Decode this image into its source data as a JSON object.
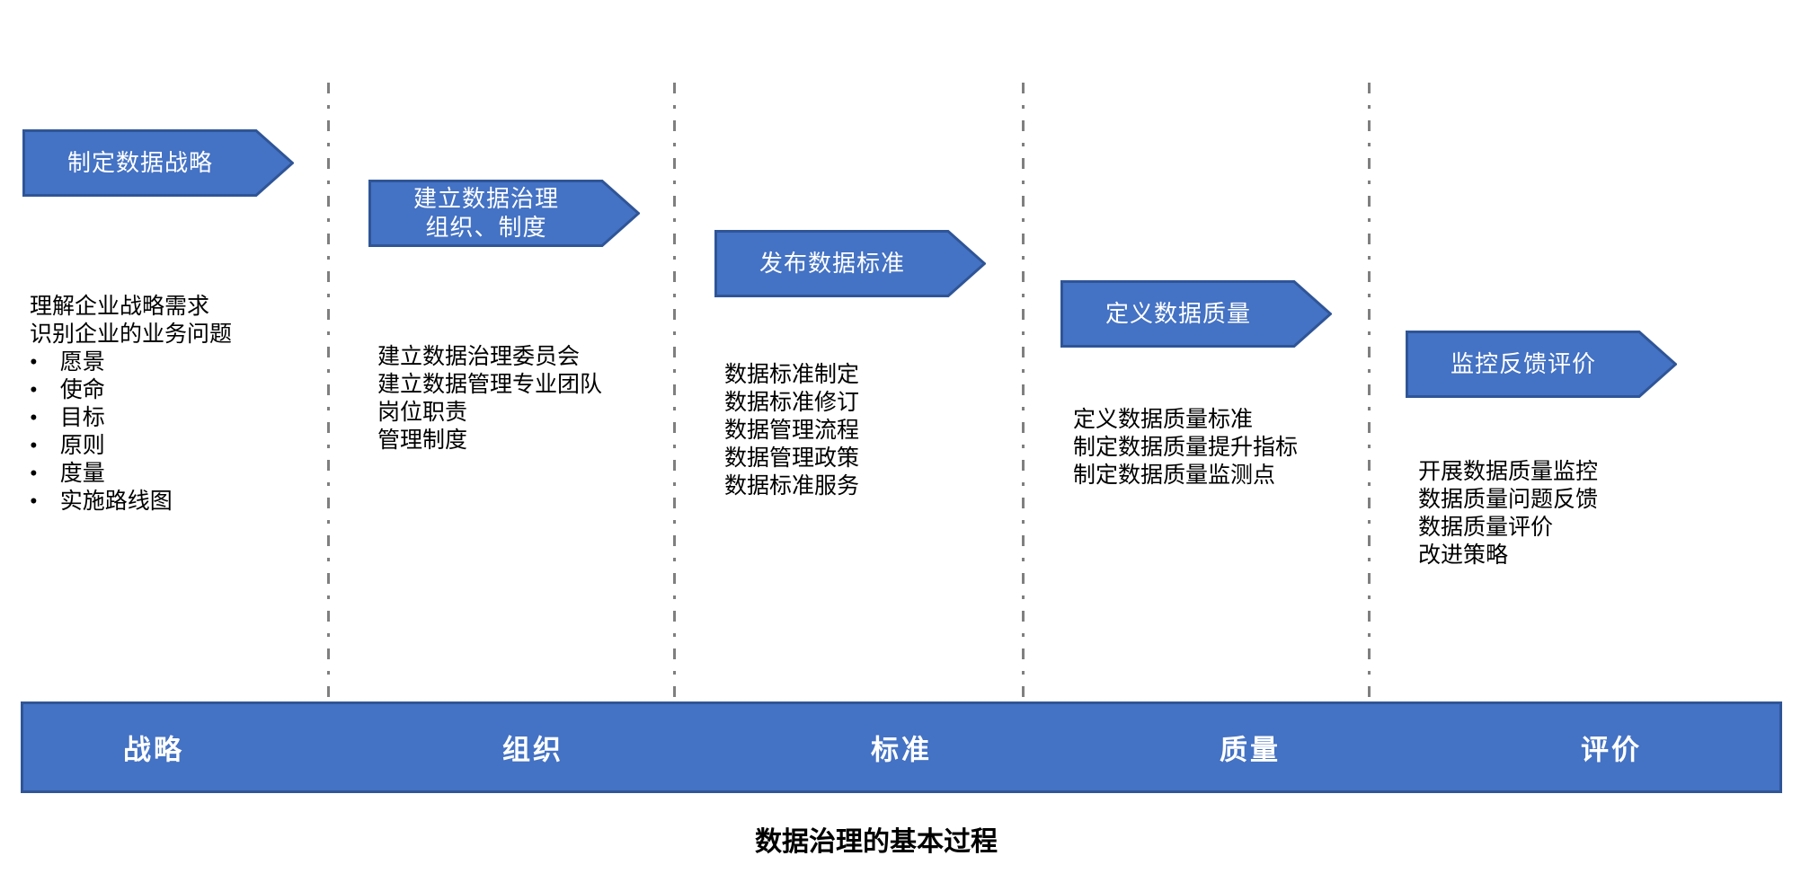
{
  "title": "数据治理的基本过程",
  "colors": {
    "arrow_fill": "#4472C4",
    "arrow_border": "#2F5597",
    "bar_fill": "#4472C4",
    "bar_border": "#2F5597",
    "divider_line": "#7F7F7F",
    "arrow_text": "#FFFFFF",
    "bar_text": "#FFFFFF",
    "body_text": "#000000"
  },
  "stages": [
    {
      "arrow_label": "制定数据战略",
      "bar_label": "战略",
      "details": [
        "理解企业战略需求",
        "识别企业的业务问题",
        "•　愿景",
        "•　使命",
        "•　目标",
        "•　原则",
        "•　度量",
        "•　实施路线图"
      ]
    },
    {
      "arrow_label": "建立数据治理\n组织、制度",
      "bar_label": "组织",
      "details": [
        "建立数据治理委员会",
        "建立数据管理专业团队",
        "岗位职责",
        "管理制度"
      ]
    },
    {
      "arrow_label": "发布数据标准",
      "bar_label": "标准",
      "details": [
        "数据标准制定",
        "数据标准修订",
        "数据管理流程",
        "数据管理政策",
        "数据标准服务"
      ]
    },
    {
      "arrow_label": "定义数据质量",
      "bar_label": "质量",
      "details": [
        "定义数据质量标准",
        "制定数据质量提升指标",
        "制定数据质量监测点"
      ]
    },
    {
      "arrow_label": "监控反馈评价",
      "bar_label": "评价",
      "details": [
        "开展数据质量监控",
        "数据质量问题反馈",
        "数据质量评价",
        "改进策略"
      ]
    }
  ]
}
